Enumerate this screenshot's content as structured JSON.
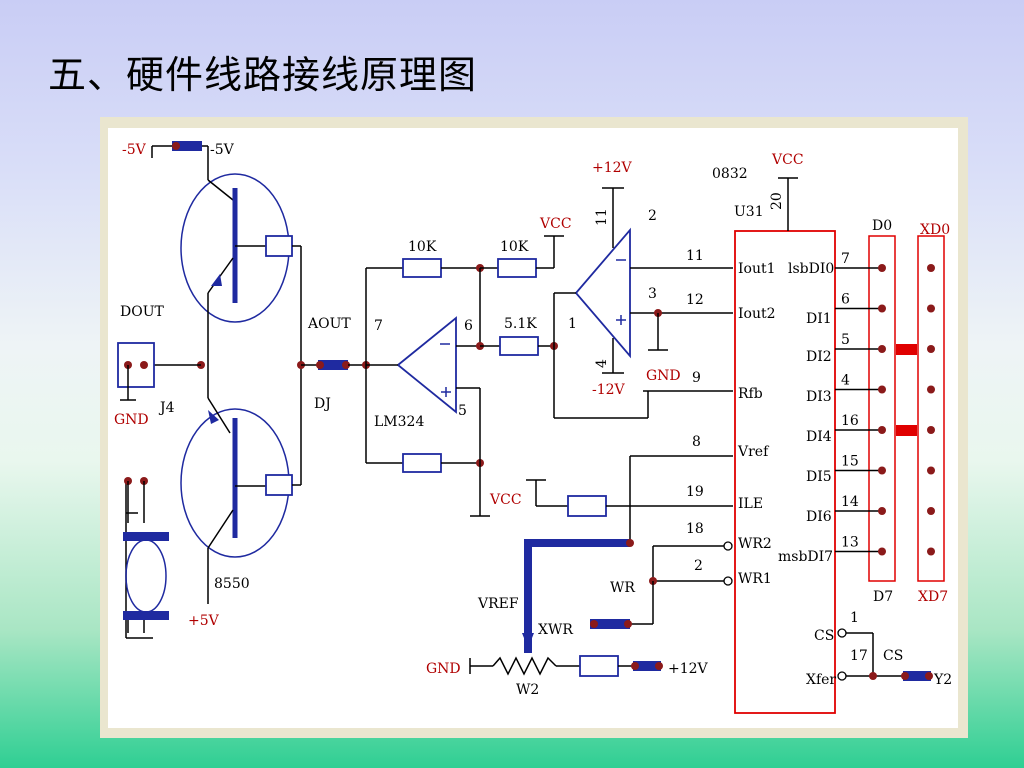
{
  "slide": {
    "title": "五、硬件线路接线原理图"
  },
  "schematic": {
    "power_labels": {
      "neg5_left": "-5V",
      "neg5_right": "-5V",
      "pos5": "+5V",
      "pos12_opamp": "+12V",
      "neg12_opamp": "-12V",
      "pos12_bottom": "+12V",
      "vcc_top_right": "VCC",
      "vcc_resistor": "VCC",
      "vcc_mid": "VCC",
      "gnd_left": "GND",
      "gnd_opamp": "GND",
      "gnd_bottom": "GND"
    },
    "component_labels": {
      "dout": "DOUT",
      "j4": "J4",
      "aout": "AOUT",
      "dj": "DJ",
      "transistor": "8550",
      "opamp": "LM324",
      "r_10k_a": "10K",
      "r_10k_b": "10K",
      "r_5_1k": "5.1K",
      "chip_part": "0832",
      "chip_ref": "U31",
      "pot_ref": "W2",
      "vref": "VREF",
      "xwr": "XWR",
      "wr": "WR",
      "cs_net": "CS",
      "y2": "Y2",
      "d0": "D0",
      "d7": "D7",
      "xd0": "XD0",
      "xd7": "XD7"
    },
    "pin_numbers": {
      "lm324_out": "7",
      "lm324_in_minus": "6",
      "lm324_in_plus": "5",
      "opamp2_in_minus": "2",
      "opamp2_in_plus": "3",
      "opamp2_out": "1",
      "opamp2_vpos": "11",
      "opamp2_vneg": "4",
      "iout1": "11",
      "iout2": "12",
      "rfb": "9",
      "vref": "8",
      "ile": "19",
      "wr2": "18",
      "wr1": "2",
      "vcc": "20",
      "cs": "1",
      "xfer": "17",
      "data": [
        "7",
        "6",
        "5",
        "4",
        "16",
        "15",
        "14",
        "13"
      ]
    },
    "chip_pins_left": [
      "Iout1",
      "Iout2",
      "Rfb",
      "Vref",
      "ILE",
      "WR2",
      "WR1"
    ],
    "chip_pins_right": [
      "lsbDI0",
      "DI1",
      "DI2",
      "DI3",
      "DI4",
      "DI5",
      "DI6",
      "msbDI7"
    ],
    "chip_pins_bottom": [
      "CS",
      "Xfer"
    ]
  }
}
